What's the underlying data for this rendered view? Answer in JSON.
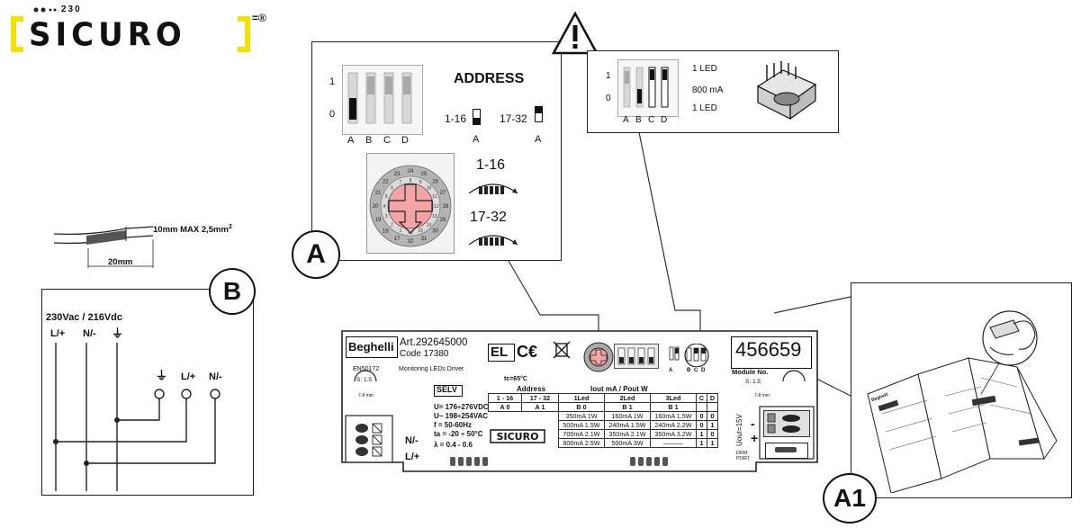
{
  "brand": {
    "logo_superscript": "230",
    "logo_text": "SICURO",
    "logo_mark": "=®"
  },
  "colors": {
    "logo_yellow": "#f2e200",
    "rotary_pink": "#f4a4a4",
    "dip_gray": "#c8c8c8",
    "outline": "#222222"
  },
  "panel_a": {
    "label": "A",
    "address_title": "ADDRESS",
    "row_labels": [
      "1",
      "0"
    ],
    "col_labels": [
      "A",
      "B",
      "C",
      "D"
    ],
    "range_1": "1-16",
    "range_1_sub": "A",
    "range_2": "17-32",
    "range_2_sub": "A",
    "dial_range_1": "1-16",
    "dial_range_2": "17-32",
    "dial_numbers_outer": [
      "24",
      "25",
      "26",
      "27",
      "28",
      "29",
      "30",
      "31",
      "32",
      "17",
      "18",
      "19",
      "20",
      "21",
      "22",
      "23"
    ],
    "dial_numbers_inner": [
      "8",
      "9",
      "10",
      "11",
      "12",
      "13",
      "14",
      "15",
      "16",
      "1",
      "2",
      "3",
      "4",
      "5",
      "6",
      "7"
    ]
  },
  "panel_warning": {
    "row_labels": [
      "1",
      "0"
    ],
    "col_labels": [
      "A",
      "B",
      "C",
      "D"
    ],
    "line_1": "1 LED",
    "line_2": "800 mA",
    "line_3": "1 LED"
  },
  "panel_b": {
    "label": "B",
    "wire_dim_top": "10mm MAX 2,5mm",
    "wire_dim_sup": "2",
    "wire_dim_bottom": "20mm",
    "supply": "230Vac / 216Vdc",
    "terminals_top": [
      "L/+",
      "N/-",
      "⏚"
    ],
    "terminals_right": [
      "⏚",
      "L/+",
      "N/-"
    ]
  },
  "device": {
    "brand": "Beghelli",
    "art": "Art.292645000",
    "code": "Code 17380",
    "norm": "EN50172",
    "desc": "Monitoring LEDs Driver",
    "el_mark": "EL",
    "ce_mark": "C€",
    "tc": "tc=65°C",
    "selv": "SELV",
    "strip_s": "S: 1.5",
    "strip_mm": "7-8 mm",
    "address_title": "Address",
    "iout_title": "Iout mA / Pout W",
    "module_no": "456659",
    "module_label": "Module No.",
    "module_strip_s": "S: 1.5",
    "module_strip_mm": "7-8 mm",
    "specs": [
      "U= 176÷276VDC",
      "U~ 198÷254VAC",
      "f  = 50-60Hz",
      "ta = -20 ÷ 50°C",
      "λ  = 0.4 - 0.6"
    ],
    "left_terminals": [
      "N/-",
      "L/+"
    ],
    "right_terminals": [
      "-",
      "+"
    ],
    "uout": "Uout=15V",
    "drm_port": "DRM PORT",
    "dip_labels": [
      "A",
      "B",
      "C",
      "D"
    ],
    "table": {
      "head1": [
        "1 - 16",
        "17 - 32",
        "1Led",
        "2Led",
        "3Led",
        "C",
        "D"
      ],
      "head2": [
        "A 0",
        "A 1",
        "B 0",
        "B 1",
        "B 1",
        "",
        ""
      ],
      "rows": [
        [
          "350mA 1W",
          "160mA 1W",
          "160mA 1.5W",
          "0",
          "0"
        ],
        [
          "500mA 1.5W",
          "240mA 1.5W",
          "240mA 2.2W",
          "0",
          "1"
        ],
        [
          "700mA 2.1W",
          "350mA 2.1W",
          "350mA 3.2W",
          "1",
          "0"
        ],
        [
          "800mA 2.5W",
          "500mA 3W",
          "———",
          "1",
          "1"
        ]
      ]
    }
  },
  "panel_a1": {
    "label": "A1",
    "sheet_brand": "Beghelli"
  }
}
